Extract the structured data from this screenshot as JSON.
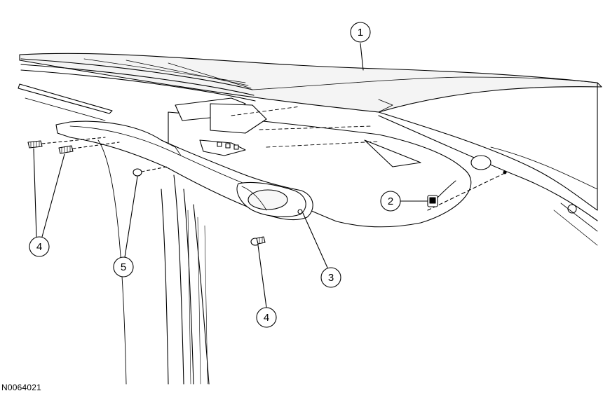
{
  "figure": {
    "id": "N0064021"
  },
  "callouts": [
    {
      "label": "1"
    },
    {
      "label": "2"
    },
    {
      "label": "3"
    },
    {
      "label": "4"
    },
    {
      "label": "4"
    },
    {
      "label": "5"
    }
  ],
  "colors": {
    "line": "#000000",
    "background": "#ffffff",
    "roof_tint": "#f4f4f4"
  }
}
